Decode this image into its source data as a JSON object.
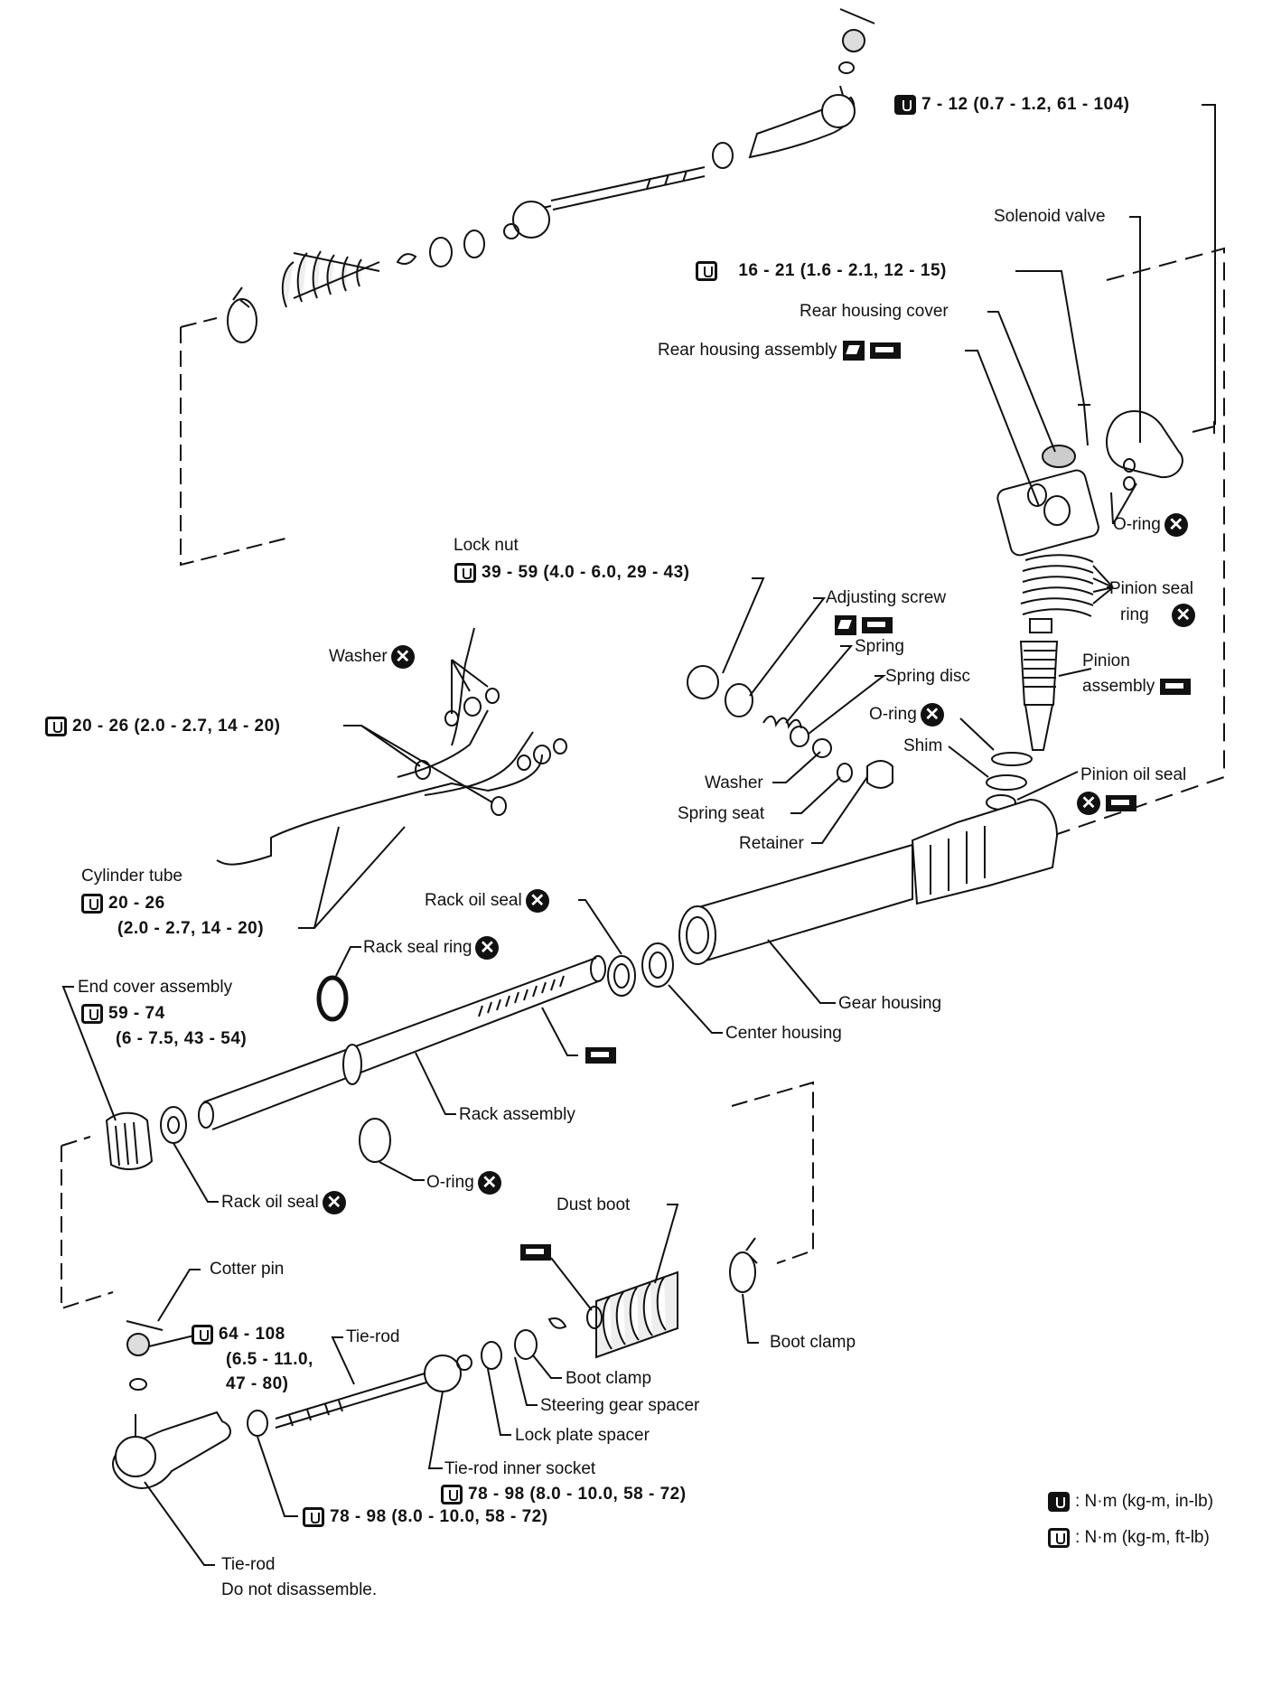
{
  "labels": {
    "solenoid_valve": "Solenoid valve",
    "torque_solenoid": "7 - 12 (0.7 - 1.2, 61 - 104)",
    "torque_rear_cover": "16 - 21 (1.6 - 2.1, 12 - 15)",
    "rear_housing_cover": "Rear housing cover",
    "rear_housing_assembly": "Rear housing assembly",
    "o_ring_rear": "O-ring",
    "pinion_seal_ring_1": "Pinion seal",
    "pinion_seal_ring_2": "ring",
    "pinion_assembly_1": "Pinion",
    "pinion_assembly_2": "assembly",
    "o_ring_pinion": "O-ring",
    "shim": "Shim",
    "pinion_oil_seal": "Pinion oil seal",
    "lock_nut": "Lock nut",
    "torque_lock_nut": "39 - 59 (4.0 - 6.0, 29 - 43)",
    "adjusting_screw": "Adjusting screw",
    "spring": "Spring",
    "spring_disc": "Spring disc",
    "washer_lower": "Washer",
    "spring_seat": "Spring seat",
    "retainer": "Retainer",
    "washer_upper": "Washer",
    "torque_tube_upper": "20 - 26 (2.0 - 2.7, 14 - 20)",
    "cylinder_tube": "Cylinder tube",
    "torque_tube_lower_1": "20 - 26",
    "torque_tube_lower_2": "(2.0 - 2.7, 14 - 20)",
    "rack_oil_seal_upper": "Rack oil seal",
    "rack_seal_ring": "Rack seal ring",
    "end_cover_assembly": "End cover assembly",
    "torque_end_cover_1": "59 - 74",
    "torque_end_cover_2": "(6 - 7.5, 43 - 54)",
    "gear_housing": "Gear housing",
    "center_housing": "Center housing",
    "rack_assembly": "Rack assembly",
    "o_ring_rack": "O-ring",
    "rack_oil_seal_lower": "Rack oil seal",
    "dust_boot": "Dust boot",
    "cotter_pin": "Cotter pin",
    "torque_cotter_1": "64 - 108",
    "torque_cotter_2": "(6.5 - 11.0,",
    "torque_cotter_3": "47 - 80)",
    "tie_rod_top": "Tie-rod",
    "boot_clamp_small": "Boot clamp",
    "boot_clamp_large": "Boot clamp",
    "steering_gear_spacer": "Steering gear spacer",
    "lock_plate_spacer": "Lock plate spacer",
    "tie_rod_inner_socket": "Tie-rod inner socket",
    "torque_inner_socket": "78 - 98 (8.0 - 10.0, 58 - 72)",
    "torque_lock_nut_lower": "78 - 98 (8.0 - 10.0, 58 - 72)",
    "tie_rod_bottom": "Tie-rod",
    "do_not_disassemble": "Do not disassemble."
  },
  "legend": {
    "in_lb": ": N·m (kg-m, in-lb)",
    "ft_lb": ": N·m (kg-m, ft-lb)"
  },
  "symbols": {
    "x_mark": "✕",
    "torque_icon": "wrench-icon",
    "grease_icon": "grease-icon",
    "sealant_icon": "sealant-icon"
  }
}
